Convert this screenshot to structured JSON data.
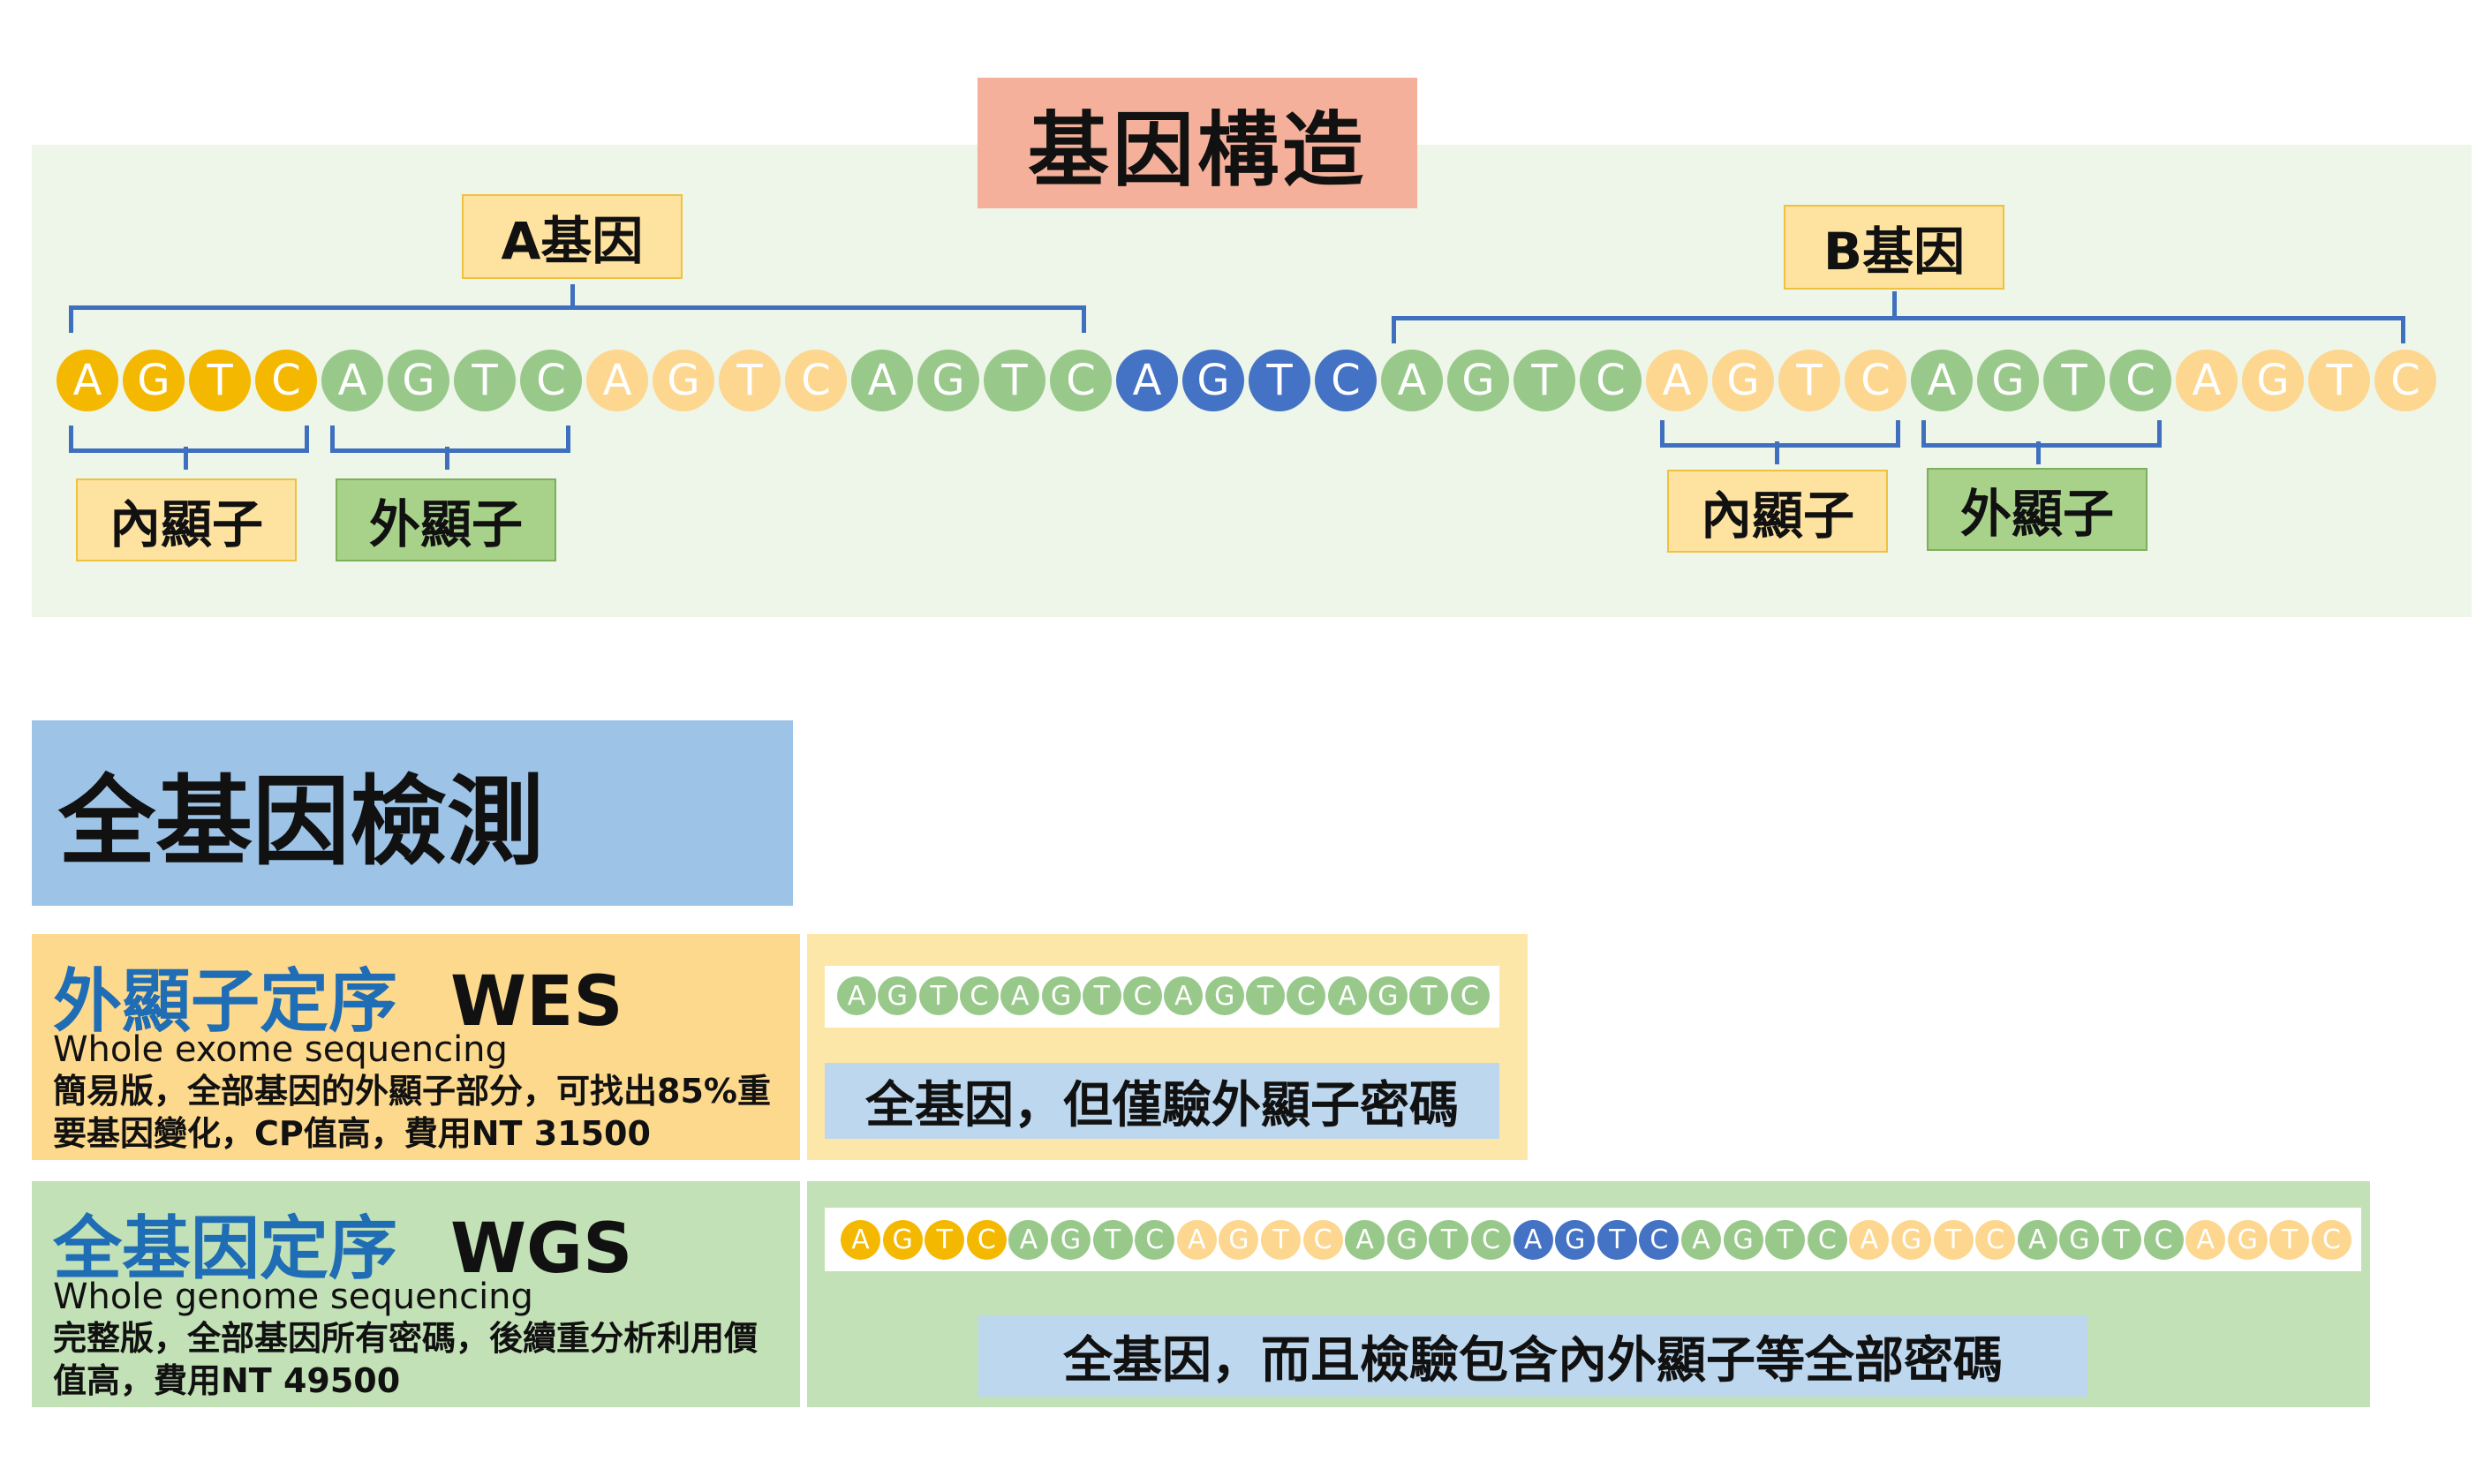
{
  "gene_structure": {
    "title": "基因構造",
    "gene_a_label": "A基因",
    "gene_b_label": "B基因",
    "intron_label": "內顯子",
    "exon_label": "外顯子",
    "sequence": [
      {
        "base": "A",
        "type": "intron_a"
      },
      {
        "base": "G",
        "type": "intron_a"
      },
      {
        "base": "T",
        "type": "intron_a"
      },
      {
        "base": "C",
        "type": "intron_a"
      },
      {
        "base": "A",
        "type": "exon"
      },
      {
        "base": "G",
        "type": "exon"
      },
      {
        "base": "T",
        "type": "exon"
      },
      {
        "base": "C",
        "type": "exon"
      },
      {
        "base": "A",
        "type": "intron"
      },
      {
        "base": "G",
        "type": "intron"
      },
      {
        "base": "T",
        "type": "intron"
      },
      {
        "base": "C",
        "type": "intron"
      },
      {
        "base": "A",
        "type": "exon"
      },
      {
        "base": "G",
        "type": "exon"
      },
      {
        "base": "T",
        "type": "exon"
      },
      {
        "base": "C",
        "type": "exon"
      },
      {
        "base": "A",
        "type": "other"
      },
      {
        "base": "G",
        "type": "other"
      },
      {
        "base": "T",
        "type": "other"
      },
      {
        "base": "C",
        "type": "other"
      },
      {
        "base": "A",
        "type": "exon"
      },
      {
        "base": "G",
        "type": "exon"
      },
      {
        "base": "T",
        "type": "exon"
      },
      {
        "base": "C",
        "type": "exon"
      },
      {
        "base": "A",
        "type": "intron"
      },
      {
        "base": "G",
        "type": "intron"
      },
      {
        "base": "T",
        "type": "intron"
      },
      {
        "base": "C",
        "type": "intron"
      },
      {
        "base": "A",
        "type": "exon"
      },
      {
        "base": "G",
        "type": "exon"
      },
      {
        "base": "T",
        "type": "exon"
      },
      {
        "base": "C",
        "type": "exon"
      },
      {
        "base": "A",
        "type": "intron"
      },
      {
        "base": "G",
        "type": "intron"
      },
      {
        "base": "T",
        "type": "intron"
      },
      {
        "base": "C",
        "type": "intron"
      }
    ]
  },
  "testing": {
    "title": "全基因檢測",
    "wes": {
      "title_zh": "外顯子定序",
      "title_en": "WES",
      "subtitle": "Whole exome sequencing",
      "desc_line1": "簡易版，全部基因的外顯子部分，可找出85%重",
      "desc_line2": "要基因變化，CP值高，費用NT 31500",
      "note": "全基因，但僅驗外顯子密碼",
      "sequence": "AGTCAGTCAGTCAGTC"
    },
    "wgs": {
      "title_zh": "全基因定序",
      "title_en": "WGS",
      "subtitle": "Whole genome sequencing",
      "desc_line1": "完整版，全部基因所有密碼，後續重分析利用價",
      "desc_line2": "值高，費用NT 49500",
      "note": "全基因，而且檢驗包含內外顯子等全部密碼"
    }
  },
  "colors": {
    "intron_a": "#f5b800",
    "exon": "#98c98a",
    "intron": "#fdd78f",
    "other": "#4472c4",
    "bracket": "#3f6fbf",
    "wes_bg": "#fdd98e",
    "wgs_bg": "#c3e1b6",
    "title_bg": "#9dc3e6"
  }
}
